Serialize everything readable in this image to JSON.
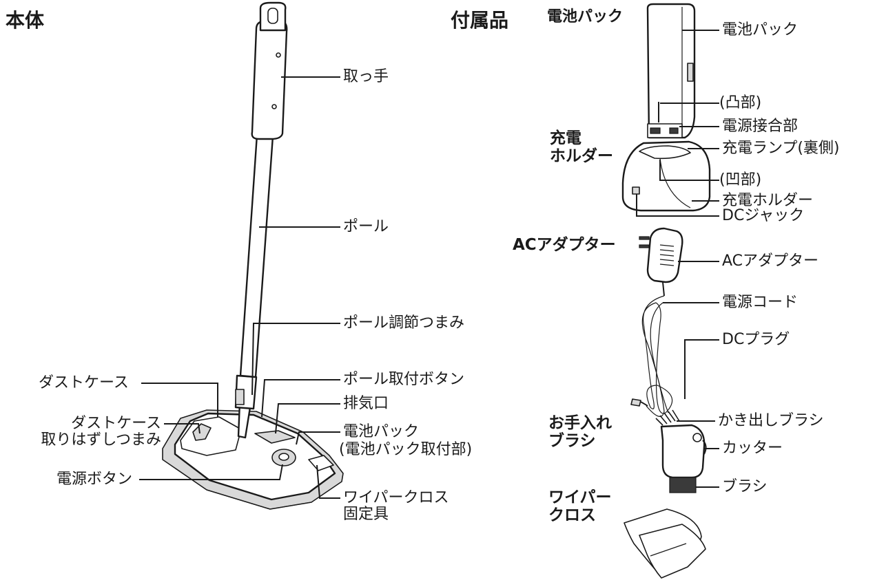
{
  "headings": {
    "main_unit": "本体",
    "accessories": "付属品",
    "battery_pack": "電池パック",
    "charge_holder": [
      "充電",
      "ホルダー"
    ],
    "ac_adapter": "ACアダプター",
    "care_brush": [
      "お手入れ",
      "ブラシ"
    ],
    "wiper_cloth": [
      "ワイパー",
      "クロス"
    ]
  },
  "labels": {
    "handle": "取っ手",
    "pole": "ポール",
    "pole_adjust_knob": "ポール調節つまみ",
    "pole_mount_button": "ポール取付ボタン",
    "exhaust": "排気口",
    "battery_pack": "電池パック",
    "battery_pack_mount": "(電池パック取付部)",
    "wiper_cloth_fixture": [
      "ワイパークロス",
      "固定具"
    ],
    "dust_case": "ダストケース",
    "dust_case_release_knob": [
      "ダストケース",
      "取りはずしつまみ"
    ],
    "power_button": "電源ボタン",
    "battery_pack_right": "電池パック",
    "convex": "(凸部)",
    "power_contact": "電源接合部",
    "charge_lamp": "充電ランプ(裏側)",
    "concave": "(凹部)",
    "charge_holder": "充電ホルダー",
    "dc_jack": "DCジャック",
    "ac_adapter": "ACアダプター",
    "power_cord": "電源コード",
    "dc_plug": "DCプラグ",
    "scraping_brush": "かき出しブラシ",
    "cutter": "カッター",
    "brush": "ブラシ"
  }
}
